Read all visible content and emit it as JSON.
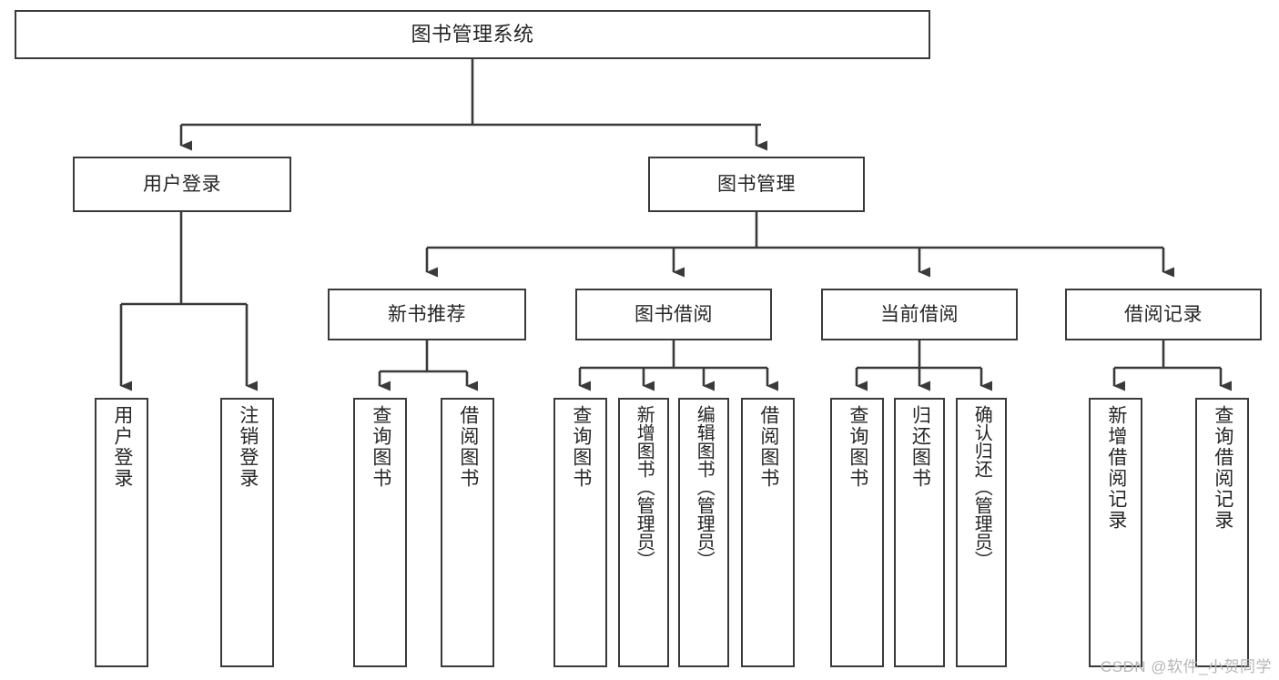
{
  "diagram": {
    "title": "图书管理系统",
    "type": "功能结构图",
    "watermark": "CSDN @软件_小贺同学",
    "stroke_color": "#3a3a3a",
    "text_color": "#262626",
    "background_color": "#ffffff",
    "watermark_color": "#b6b6b6"
  },
  "nodes": {
    "root": {
      "label": "图书管理系统",
      "level": 0
    },
    "l1": [
      {
        "id": "user-login",
        "label": "用户登录",
        "level": 1
      },
      {
        "id": "book-manage",
        "label": "图书管理",
        "level": 1
      }
    ],
    "l2": [
      {
        "id": "new-book-rec",
        "label": "新书推荐",
        "level": 2
      },
      {
        "id": "book-borrow",
        "label": "图书借阅",
        "level": 2
      },
      {
        "id": "current-borrow",
        "label": "当前借阅",
        "level": 2
      },
      {
        "id": "borrow-record",
        "label": "借阅记录",
        "level": 2
      }
    ],
    "leaves": [
      {
        "id": "leaf-user-login",
        "label": "用户登录",
        "parent": "user-login"
      },
      {
        "id": "leaf-user-logout",
        "label": "注销登录",
        "parent": "user-login"
      },
      {
        "id": "leaf-query-book-1",
        "label": "查询图书",
        "parent": "new-book-rec"
      },
      {
        "id": "leaf-borrow-book-1",
        "label": "借阅图书",
        "parent": "new-book-rec"
      },
      {
        "id": "leaf-query-book-2",
        "label": "查询图书",
        "parent": "book-borrow"
      },
      {
        "id": "leaf-add-book",
        "label": "新增图书（管理员）",
        "parent": "book-borrow"
      },
      {
        "id": "leaf-edit-book",
        "label": "编辑图书（管理员）",
        "parent": "book-borrow"
      },
      {
        "id": "leaf-borrow-book-2",
        "label": "借阅图书",
        "parent": "book-borrow"
      },
      {
        "id": "leaf-query-book-3",
        "label": "查询图书",
        "parent": "current-borrow"
      },
      {
        "id": "leaf-return-book",
        "label": "归还图书",
        "parent": "current-borrow"
      },
      {
        "id": "leaf-confirm-return",
        "label": "确认归还（管理员）",
        "parent": "current-borrow"
      },
      {
        "id": "leaf-add-record",
        "label": "新增借阅记录",
        "parent": "borrow-record"
      },
      {
        "id": "leaf-query-record",
        "label": "查询借阅记录",
        "parent": "borrow-record"
      }
    ]
  }
}
